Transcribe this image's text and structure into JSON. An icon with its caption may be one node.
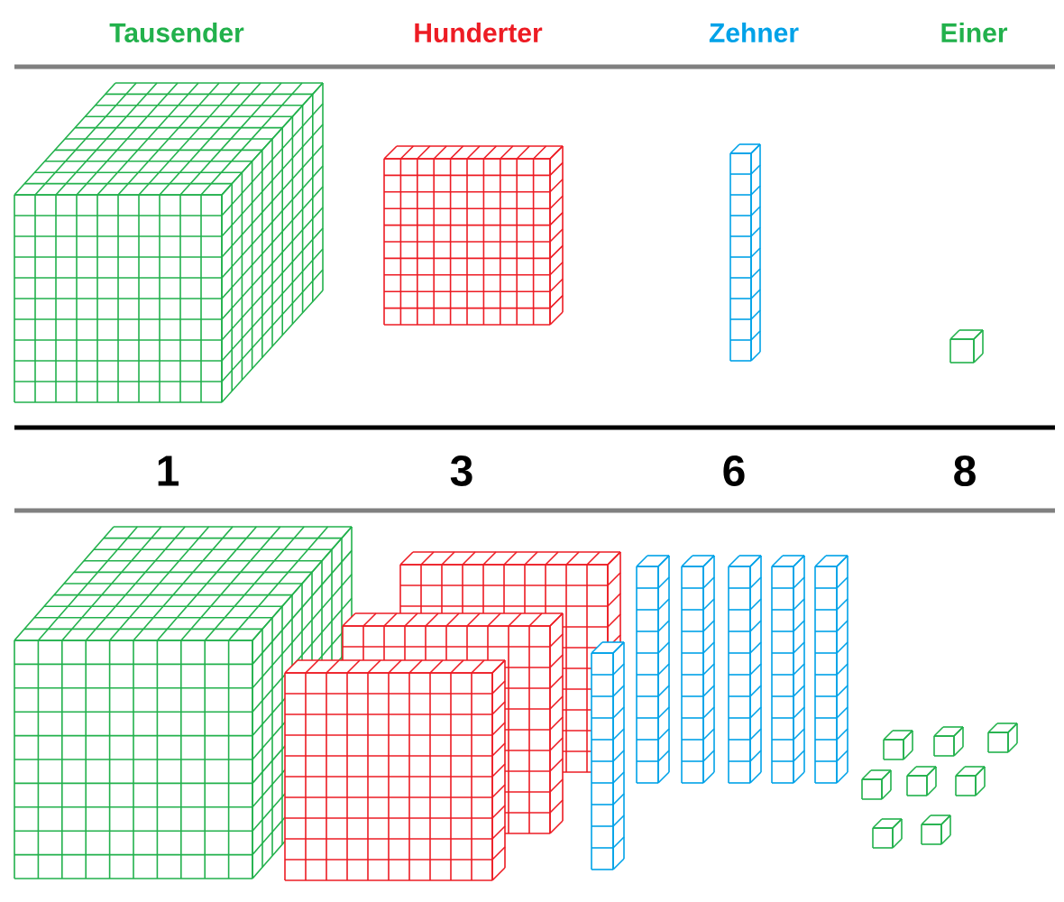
{
  "diagram": {
    "labels": [
      "Tausender",
      "Hunderter",
      "Zehner",
      "Einer",
      "1",
      "3",
      "6",
      "8"
    ]
  }
}
